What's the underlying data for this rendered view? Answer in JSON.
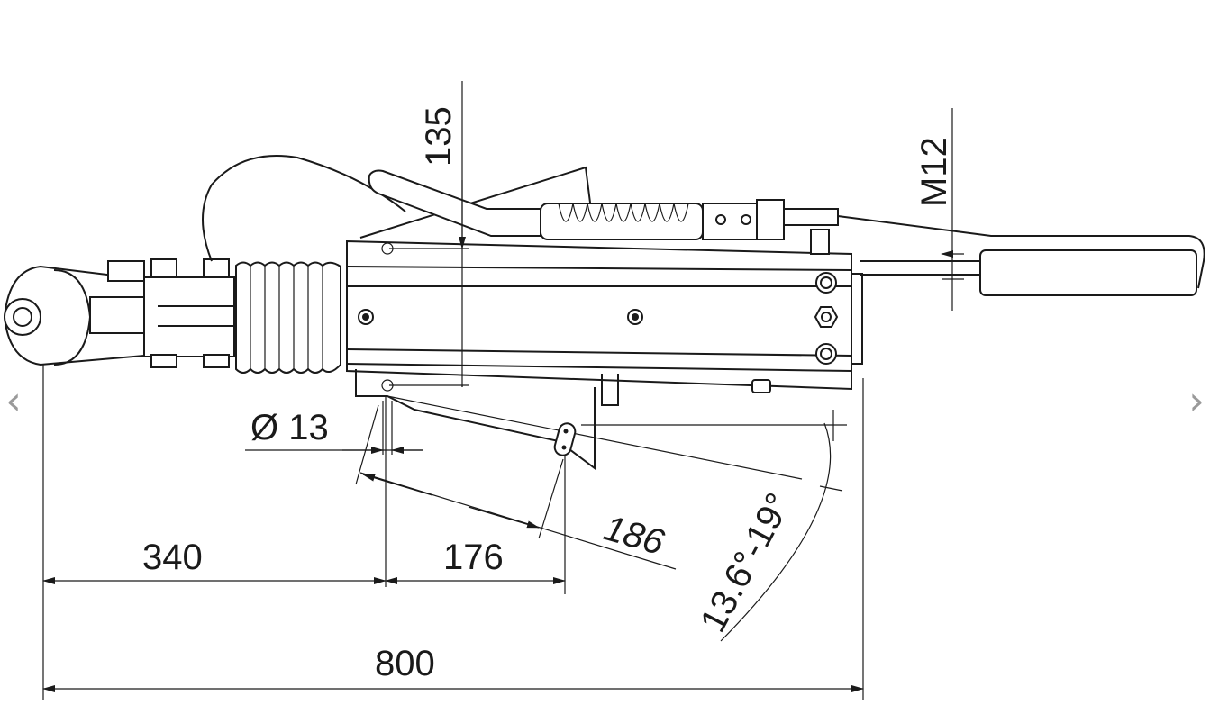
{
  "dimensions": {
    "d135": "135",
    "m12": "M12",
    "dia13": "Ø 13",
    "d186": "186",
    "angle": "13.6°-19°",
    "d340": "340",
    "d176": "176",
    "d800": "800"
  },
  "nav": {
    "prev_icon": "chevron-left-icon",
    "next_icon": "chevron-right-icon",
    "prev_glyph": "‹",
    "next_glyph": "›",
    "color": "#9a9a9a"
  }
}
